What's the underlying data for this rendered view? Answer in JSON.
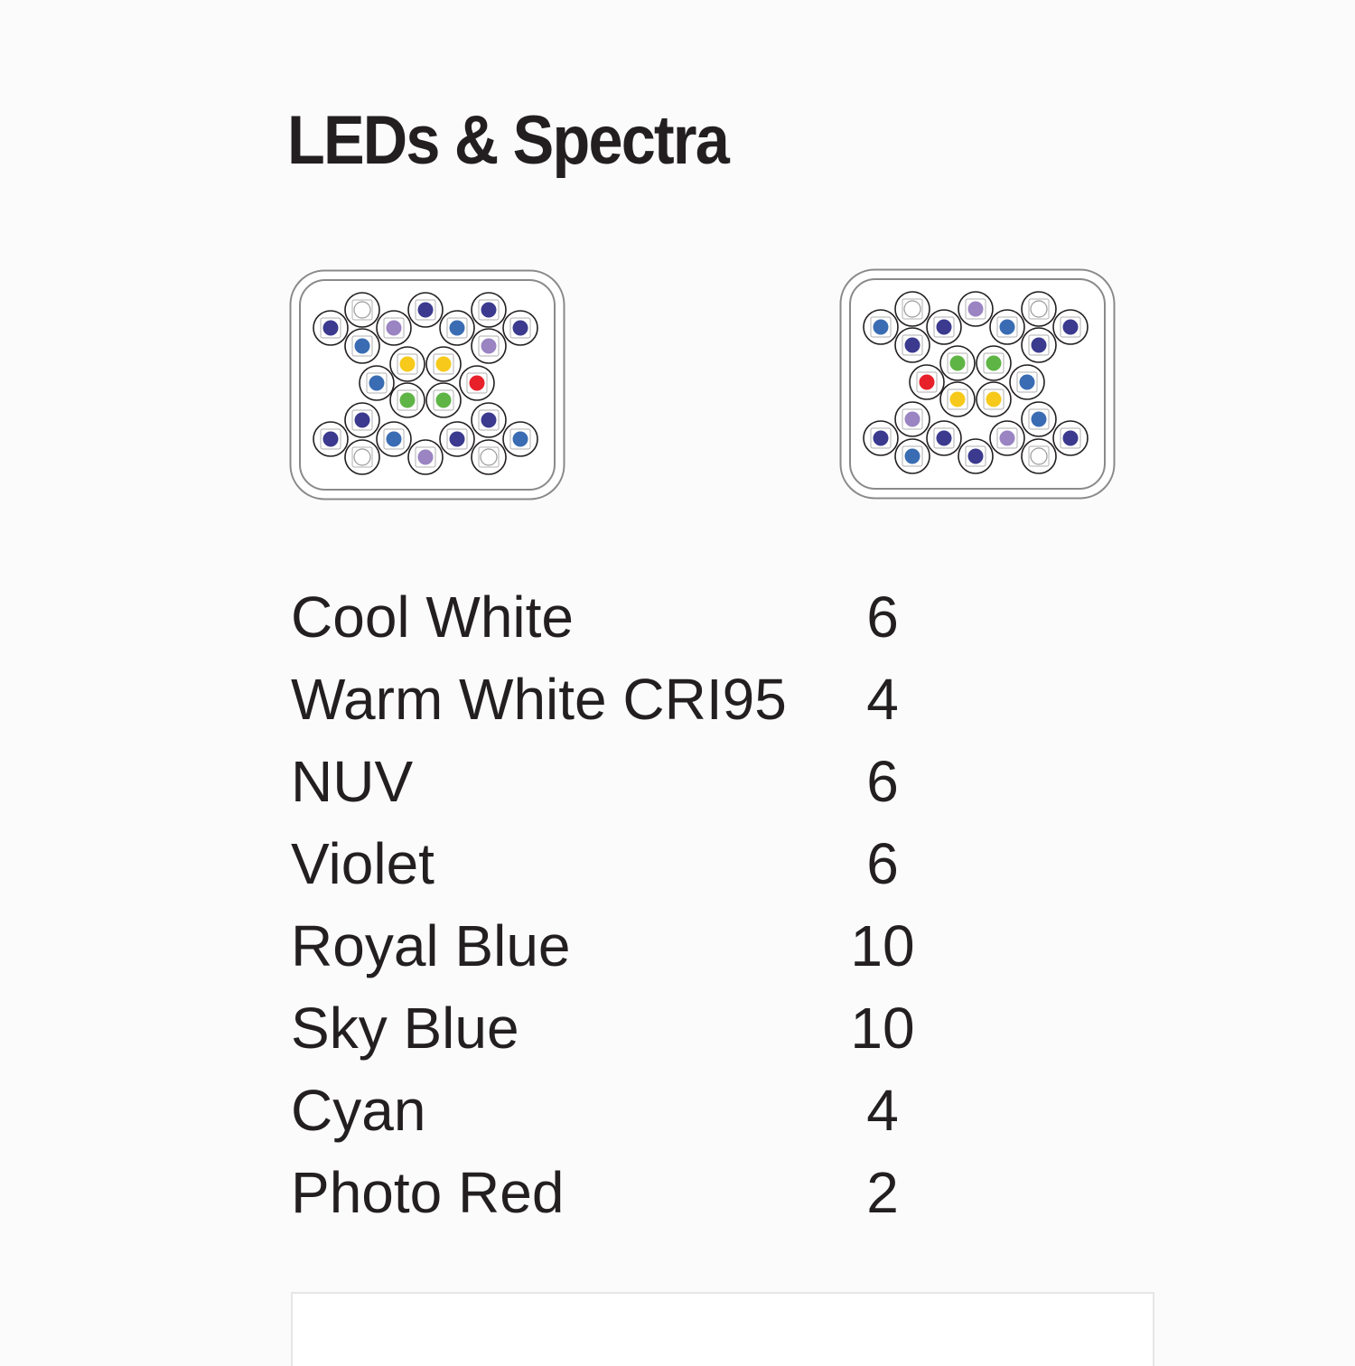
{
  "title": "LEDs & Spectra",
  "led_colors": {
    "cool_white": "#ffffff",
    "royal_blue": "#3b3a8f",
    "sky_blue": "#3a6cb3",
    "violet": "#9a84c2",
    "warm_white": "#f6c91b",
    "cyan": "#5fb446",
    "photo_red": "#e8202a"
  },
  "boards": [
    {
      "name": "left-puck",
      "leds": [
        "royal_blue",
        "cool_white",
        "violet",
        "royal_blue",
        "sky_blue",
        "royal_blue",
        "royal_blue",
        "sky_blue",
        "violet",
        "warm_white",
        "warm_white",
        "sky_blue",
        "photo_red",
        "cyan",
        "cyan",
        "royal_blue",
        "royal_blue",
        "royal_blue",
        "sky_blue",
        "royal_blue",
        "sky_blue",
        "cool_white",
        "violet",
        "cool_white"
      ]
    },
    {
      "name": "right-puck",
      "leds": [
        "sky_blue",
        "cool_white",
        "royal_blue",
        "violet",
        "sky_blue",
        "cool_white",
        "royal_blue",
        "royal_blue",
        "royal_blue",
        "cyan",
        "cyan",
        "photo_red",
        "sky_blue",
        "warm_white",
        "warm_white",
        "violet",
        "sky_blue",
        "royal_blue",
        "royal_blue",
        "violet",
        "royal_blue",
        "sky_blue",
        "royal_blue",
        "cool_white"
      ]
    }
  ],
  "spectra": [
    {
      "name": "Cool White",
      "count": "6"
    },
    {
      "name": "Warm White CRI95",
      "count": "4"
    },
    {
      "name": "NUV",
      "count": "6"
    },
    {
      "name": "Violet",
      "count": "6"
    },
    {
      "name": "Royal Blue",
      "count": "10"
    },
    {
      "name": "Sky Blue",
      "count": "10"
    },
    {
      "name": "Cyan",
      "count": "4"
    },
    {
      "name": "Photo Red",
      "count": "2"
    }
  ]
}
